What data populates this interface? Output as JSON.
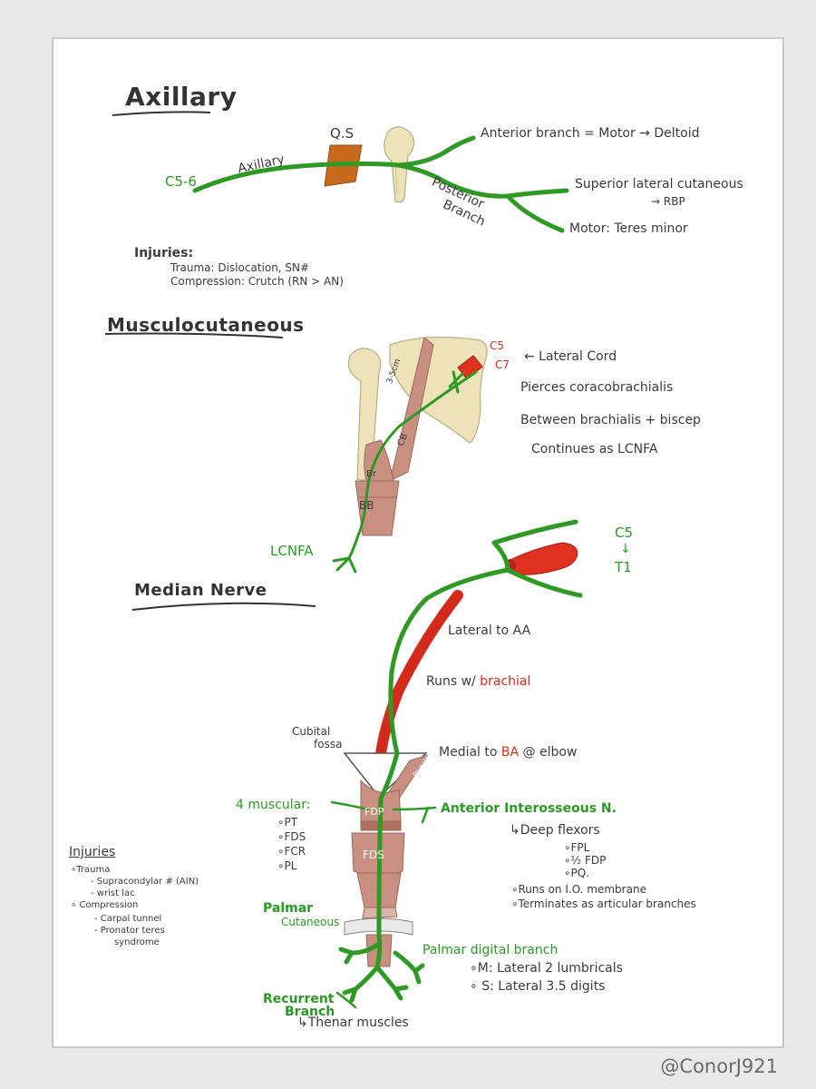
{
  "axillary": {
    "title": "Axillary",
    "root": "C5-6",
    "nerve": "Axillary",
    "qs": "Q.S",
    "anterior": "Anterior branch = Motor → Deltoid",
    "posterior1": "Posterior",
    "posterior2": "Branch",
    "superior1": "Superior lateral cutaneous",
    "superior2": "→ RBP",
    "motor": "Motor: Teres minor",
    "injuries_title": "Injuries:",
    "injury_trauma": "Trauma: Dislocation, SN#",
    "injury_compression": "Compression: Crutch (RN > AN)"
  },
  "musculocutaneous": {
    "title": "Musculocutaneous",
    "c5": "C5",
    "c7": "C7",
    "lateral_cord": "← Lateral Cord",
    "pierces": "Pierces coracobrachialis",
    "between": "Between brachialis + biscep",
    "continues": "Continues as LCNFA",
    "lcnfa": "LCNFA",
    "cm": "3-5cm",
    "cb": "CB",
    "br": "Br",
    "bb": "BB"
  },
  "median": {
    "title": "Median Nerve",
    "c5": "C5",
    "arrow": "↓",
    "t1": "T1",
    "lateral_aa": "Lateral to AA",
    "runs_prefix": "Runs w/",
    "runs_red": "brachial",
    "medial_prefix": "Medial to",
    "medial_red": "BA",
    "medial_suffix": "@ elbow",
    "cubital1": "Cubital",
    "cubital2": "fossa",
    "pronator1": "Pronator",
    "pronator2": "Teres",
    "fdp": "FDP",
    "fds": "FDS",
    "muscular_title": "4 muscular:",
    "muscular": [
      "∘PT",
      "∘FDS",
      "∘FCR",
      "∘PL"
    ],
    "ain": "Anterior Interosseous N.",
    "deep": "↳Deep flexors",
    "deep_items": [
      "∘FPL",
      "∘½ FDP",
      "∘PQ."
    ],
    "runs_io": "∘Runs on I.O. membrane",
    "terminates": "∘Terminates as articular branches",
    "palmar1": "Palmar",
    "palmar2": "Cutaneous",
    "digital": "Palmar digital branch",
    "digital_m": "∘M: Lateral 2 lumbricals",
    "digital_s": "∘ S: Lateral 3.5 digits",
    "recurrent1": "Recurrent",
    "recurrent2": "Branch",
    "thenar": "↳Thenar muscles",
    "injuries_title": "Injuries",
    "injuries": [
      "∘Trauma",
      "- Supracondylar # (AIN)",
      "- wrist lac",
      "∘ Compression",
      "- Carpal tunnel",
      "- Pronator teres",
      "syndrome"
    ]
  },
  "watermark": "@ConorJ921",
  "colors": {
    "nerve": "#2e9a24",
    "artery": "#e0301e",
    "bone": "#ede2b8",
    "muscle": "#c98f80",
    "qs": "#c86a1e"
  }
}
